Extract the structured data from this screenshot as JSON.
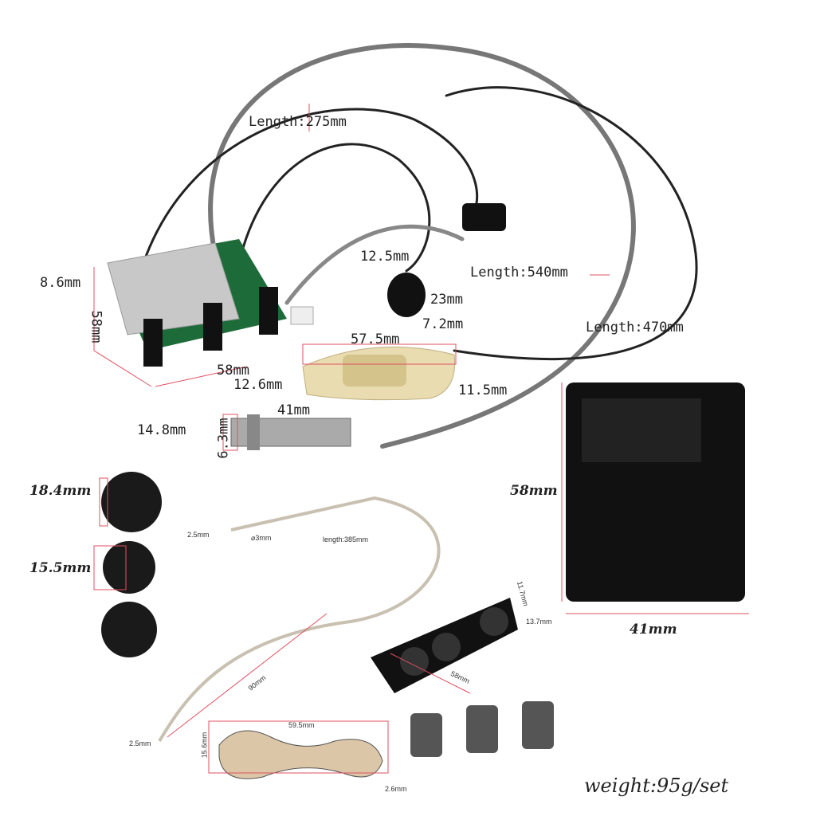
{
  "cable_lengths": {
    "main": "Length:275mm",
    "battery": "Length:540mm",
    "jack": "Length:470mm"
  },
  "preamp": {
    "height": "8.6mm",
    "depth": "58mm",
    "width": "58mm"
  },
  "mic": {
    "top": "12.5mm",
    "height": "23mm",
    "depth": "7.2mm"
  },
  "pickup": {
    "length": "57.5mm",
    "height": "12.6mm",
    "depth": "11.5mm"
  },
  "jack": {
    "diameter": "14.8mm",
    "inner": "6.3mm",
    "length": "41mm"
  },
  "knobs": {
    "large": "18.4mm",
    "medium": "15.5mm"
  },
  "bag": {
    "height": "58mm",
    "width": "41mm"
  },
  "piezo": {
    "tip": "2.5mm",
    "diameter": "⌀3mm",
    "length": "length:385mm",
    "segment": "90mm",
    "end": "2.5mm"
  },
  "bracket": {
    "height": "11.7mm",
    "hole": "13.7mm",
    "length": "58mm"
  },
  "board": {
    "length": "59.5mm",
    "width": "15.6mm",
    "thickness": "2.6mm"
  },
  "weight": "weight:95g/set",
  "colors": {
    "dimension_line": "#e05060",
    "cable": "#666666"
  }
}
